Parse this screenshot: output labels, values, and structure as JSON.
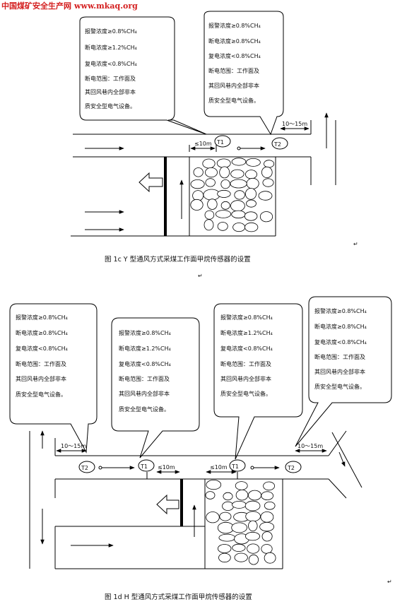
{
  "site": {
    "title": "中国煤矿安全生产网",
    "url": "www.mkaq.org"
  },
  "bubble_lines": {
    "alarm": "报警浓度≥0.8%CH₄",
    "cut_08": "断电浓度≥0.8%CH₄",
    "cut_12": "断电浓度≥1.2%CH₄",
    "restore": "复电浓度<0.8%CH₄",
    "range1": "断电范围：工作面及",
    "range2": "其回风巷内全部非本",
    "range3": "质安全型电气设备。"
  },
  "labels": {
    "t1": "T1",
    "t2": "T2",
    "le10": "≤10m",
    "d1015": "10～15m"
  },
  "captions": {
    "fig1c": "图 1c  Y 型通风方式采煤工作面甲烷传感器的设置",
    "fig1d": "图 1d  H 型通风方式采煤工作面甲烷传感器的设置"
  },
  "marks": {
    "return": "↵"
  }
}
